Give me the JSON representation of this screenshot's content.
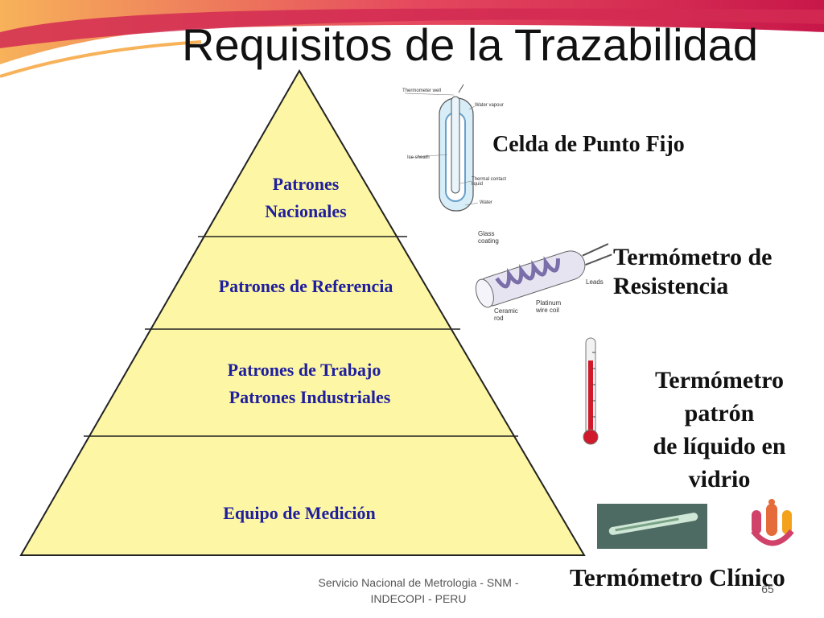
{
  "slide": {
    "title": "Requisitos de la Trazabilidad",
    "page_number": "65",
    "footer_line1": "Servicio Nacional de Metrologia - SNM -",
    "footer_line2": "INDECOPI - PERU"
  },
  "pyramid": {
    "levels": [
      {
        "line1": "Patrones",
        "line2": "Nacionales"
      },
      {
        "line1": "Patrones de Referencia"
      },
      {
        "line1": "Patrones de Trabajo",
        "line2": "Patrones Industriales"
      },
      {
        "line1": "Equipo de Medición"
      }
    ],
    "fill_color": "#fdf6a4",
    "text_color": "#1f1f9e"
  },
  "instruments": {
    "fixed_point": {
      "caption": "Celda de Punto Fijo",
      "labels": [
        "Thermometer well",
        "Water vapour",
        "Ice sheath",
        "Thermal contact liquid",
        "Water"
      ]
    },
    "resistance": {
      "caption_line1": "Termómetro de",
      "caption_line2": "Resistencia",
      "labels": [
        "Glass coating",
        "Leads",
        "Ceramic rod",
        "Platinum wire coil"
      ]
    },
    "liquid_glass": {
      "caption_line1": "Termómetro",
      "caption_line2": "patrón",
      "caption_line3": "de líquido en",
      "caption_line4": "vidrio"
    },
    "clinical": {
      "caption": "Termómetro Clínico"
    }
  },
  "colors": {
    "banner_red": "#c8174a",
    "banner_orange": "#f5a623",
    "mercury_red": "#d0192a"
  }
}
